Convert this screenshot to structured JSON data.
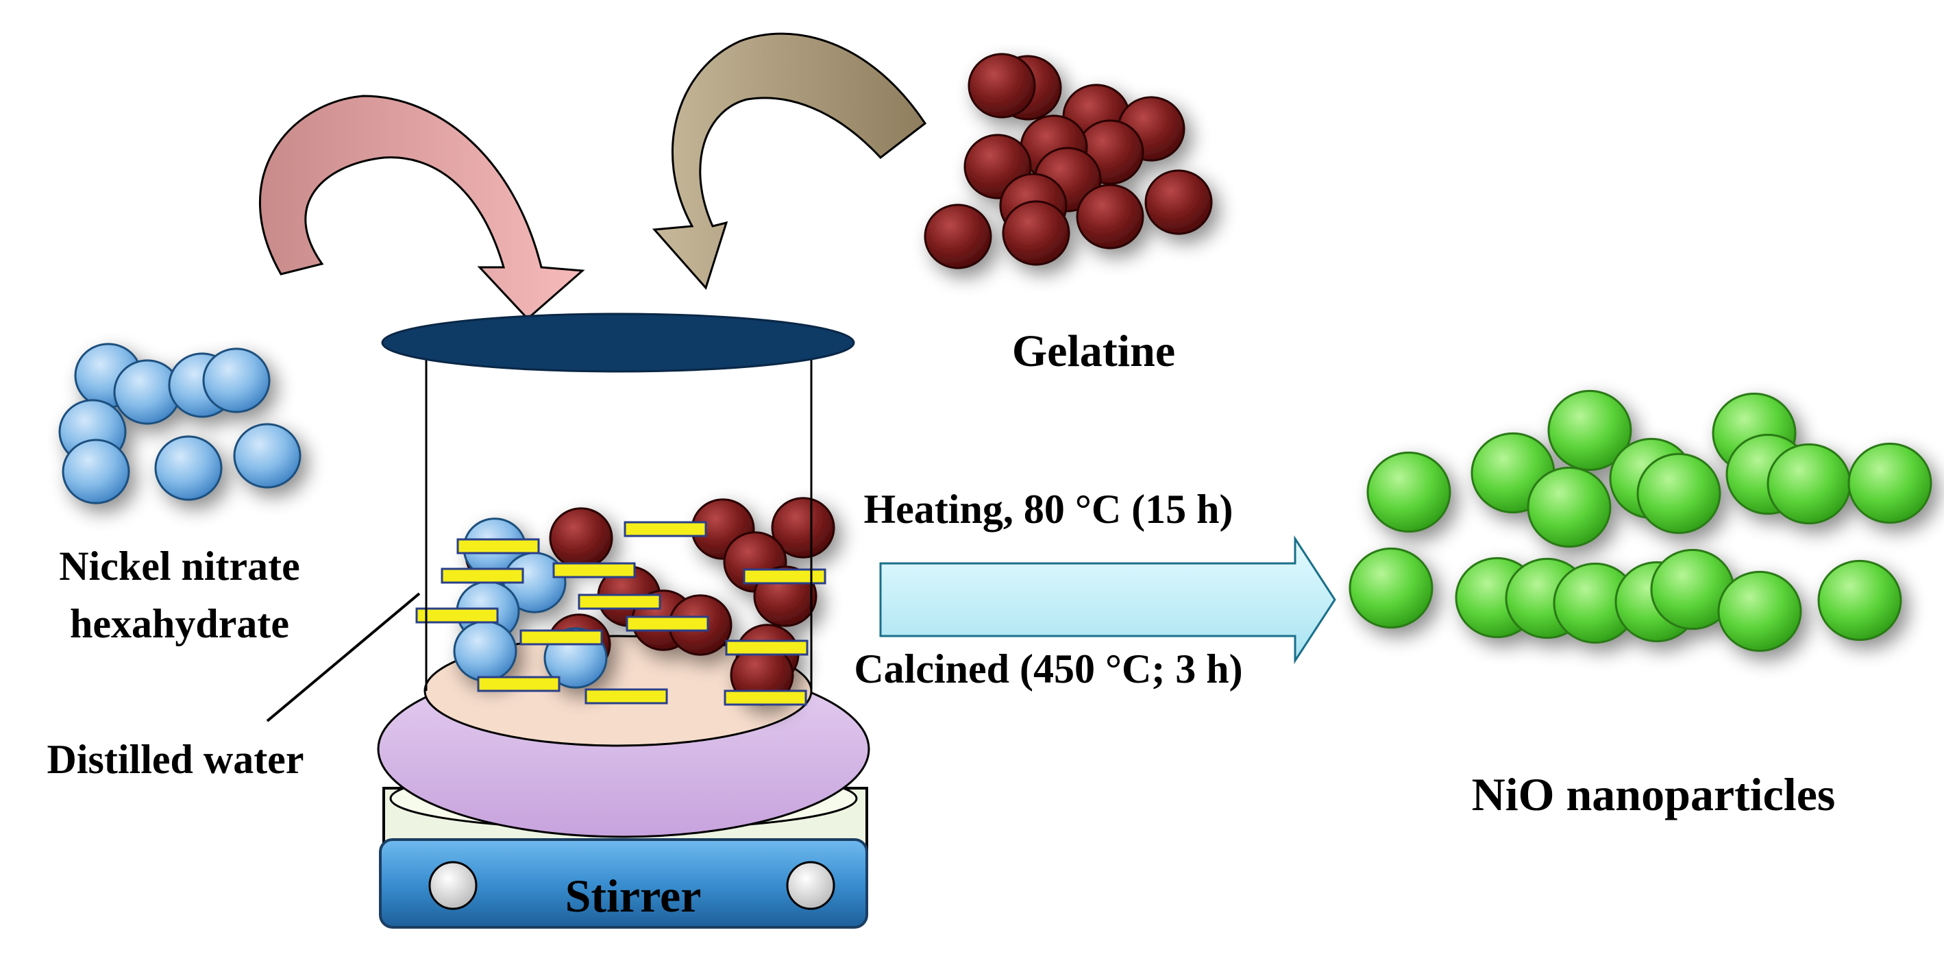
{
  "labels": {
    "gelatine": "Gelatine",
    "nickel_line1": "Nickel nitrate",
    "nickel_line2": "hexahydrate",
    "distilled_water": "Distilled water",
    "stirrer": "Stirrer",
    "heating": "Heating, 80 °C (15 h)",
    "calcined": "Calcined (450 °C; 3 h)",
    "product": "NiO nanoparticles"
  },
  "colors": {
    "nickel_particle": "#7fb5e6",
    "gelatine_particle": "#7b1e1e",
    "nio_particle": "#5fd63a",
    "beaker_lid": "#0e3a66",
    "stirring_bar": "#f5ee1a",
    "pink_arrow": "#e7a3a3",
    "olive_arrow": "#a69676",
    "process_arrow": "#c9f3fb",
    "hot_plate": "#d4b5e6",
    "stirrer_base": "#3a8fd1",
    "liquid": "#f6dccb"
  }
}
